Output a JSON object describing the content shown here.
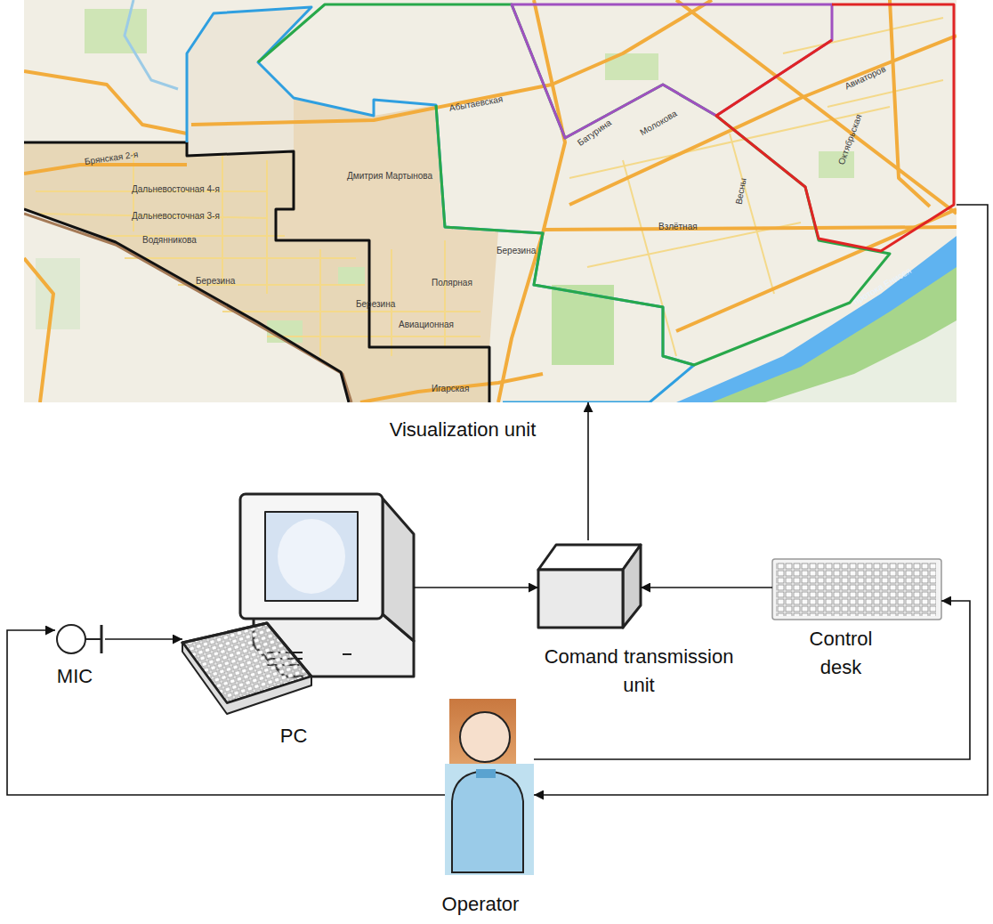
{
  "diagram": {
    "nodes": [
      {
        "text": [
          "Visualization unit"
        ]
      },
      {
        "text": [
          "MIC"
        ]
      },
      {
        "text": [
          "PC"
        ]
      },
      {
        "text": [
          "Comand transmission unit"
        ]
      },
      {
        "text": [
          "Control desk"
        ]
      },
      {
        "text": [
          "Operator"
        ]
      }
    ],
    "edges": [
      {
        "from": 1,
        "to": 2,
        "arrow": "to"
      },
      {
        "from": 2,
        "to": 3,
        "arrow": "to"
      },
      {
        "from": 4,
        "to": 3,
        "arrow": "to"
      },
      {
        "from": 3,
        "to": 0,
        "arrow": "to"
      },
      {
        "from": 0,
        "to": 5,
        "arrow": "to"
      },
      {
        "from": 5,
        "to": 4,
        "arrow": "to"
      },
      {
        "from": 5,
        "to": 1,
        "arrow": "to"
      }
    ],
    "labels": [
      "Брянская 2-я",
      "Дальневосточная 4-я",
      "Дальневосточная 3-я",
      "Водянникова",
      "Березина",
      "Дмитрия Мартынова",
      "Абытаевская",
      "Батурина",
      "Молокова",
      "Взлётная",
      "Весны",
      "Березина",
      "Полярная",
      "Авиационная",
      "Игарская",
      "Октябрьская",
      "Авиаторов",
      "Березина",
      "протока Енисея"
    ]
  }
}
